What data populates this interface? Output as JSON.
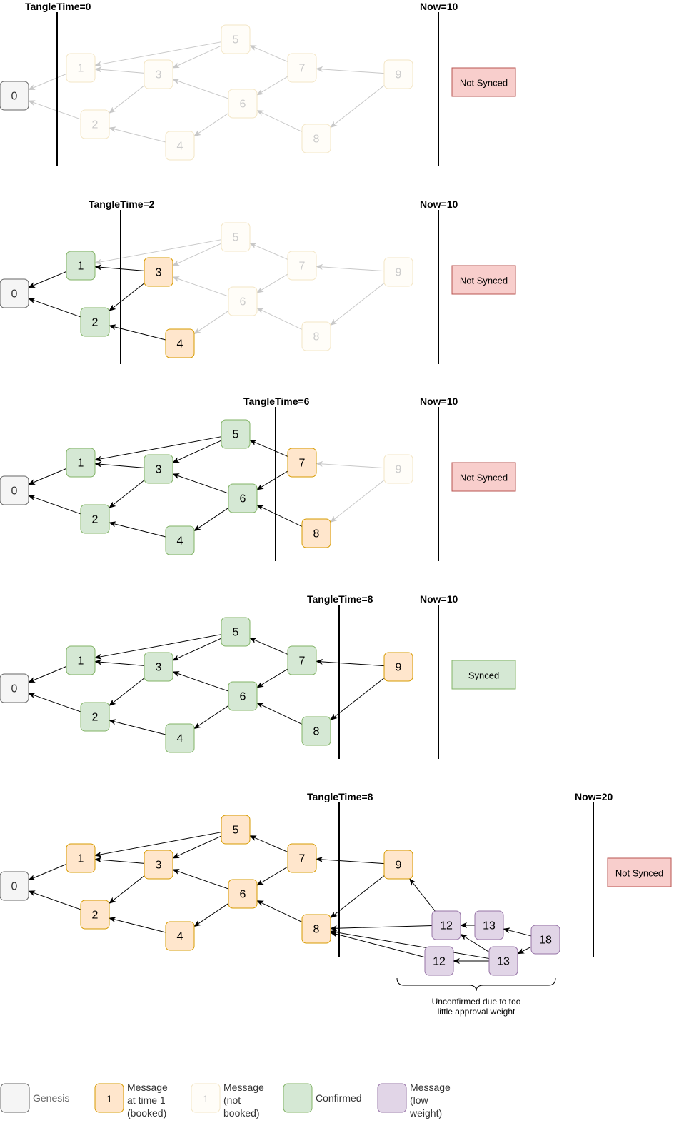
{
  "colors": {
    "genesis": {
      "fill": "#f5f5f5",
      "stroke": "#666666",
      "text": "#333333"
    },
    "booked": {
      "fill": "#ffe6cc",
      "stroke": "#d79b00",
      "text": "#000000"
    },
    "notbooked": {
      "fill": "#fffdf8",
      "stroke": "#f3e6c6",
      "text": "#cccccc"
    },
    "confirmed": {
      "fill": "#d5e8d4",
      "stroke": "#82b366",
      "text": "#000000"
    },
    "lowweight": {
      "fill": "#e1d5e7",
      "stroke": "#9673a6",
      "text": "#000000"
    },
    "notsynced": {
      "fill": "#f8cecc",
      "stroke": "#b85450"
    },
    "synced": {
      "fill": "#d5e8d4",
      "stroke": "#82b366"
    }
  },
  "panels": [
    {
      "tangle_label": "TangleTime=0",
      "now_label": "Now=10",
      "status": "Not Synced",
      "status_type": "notsynced",
      "node_states": {
        "0": "genesis",
        "1": "notbooked",
        "2": "notbooked",
        "3": "notbooked",
        "4": "notbooked",
        "5": "notbooked",
        "6": "notbooked",
        "7": "notbooked",
        "8": "notbooked",
        "9": "notbooked"
      }
    },
    {
      "tangle_label": "TangleTime=2",
      "now_label": "Now=10",
      "status": "Not Synced",
      "status_type": "notsynced",
      "node_states": {
        "0": "genesis",
        "1": "confirmed",
        "2": "confirmed",
        "3": "booked",
        "4": "booked",
        "5": "notbooked",
        "6": "notbooked",
        "7": "notbooked",
        "8": "notbooked",
        "9": "notbooked"
      }
    },
    {
      "tangle_label": "TangleTime=6",
      "now_label": "Now=10",
      "status": "Not Synced",
      "status_type": "notsynced",
      "node_states": {
        "0": "genesis",
        "1": "confirmed",
        "2": "confirmed",
        "3": "confirmed",
        "4": "confirmed",
        "5": "confirmed",
        "6": "confirmed",
        "7": "booked",
        "8": "booked",
        "9": "notbooked"
      }
    },
    {
      "tangle_label": "TangleTime=8",
      "now_label": "Now=10",
      "status": "Synced",
      "status_type": "synced",
      "node_states": {
        "0": "genesis",
        "1": "confirmed",
        "2": "confirmed",
        "3": "confirmed",
        "4": "confirmed",
        "5": "confirmed",
        "6": "confirmed",
        "7": "confirmed",
        "8": "confirmed",
        "9": "booked"
      }
    },
    {
      "tangle_label": "TangleTime=8",
      "now_label": "Now=20",
      "status": "Not Synced",
      "status_type": "notsynced",
      "node_states": {
        "0": "genesis",
        "1": "booked",
        "2": "booked",
        "3": "booked",
        "4": "booked",
        "5": "booked",
        "6": "booked",
        "7": "booked",
        "8": "booked",
        "9": "booked"
      },
      "extra_nodes": [
        {
          "id": "12a",
          "label": "12",
          "state": "lowweight"
        },
        {
          "id": "13a",
          "label": "13",
          "state": "lowweight"
        },
        {
          "id": "18",
          "label": "18",
          "state": "lowweight"
        },
        {
          "id": "12b",
          "label": "12",
          "state": "lowweight"
        },
        {
          "id": "13b",
          "label": "13",
          "state": "lowweight"
        }
      ],
      "brace_label_line1": "Unconfirmed due to too",
      "brace_label_line2": "little approval weight"
    }
  ],
  "node_labels": {
    "0": "0",
    "1": "1",
    "2": "2",
    "3": "3",
    "4": "4",
    "5": "5",
    "6": "6",
    "7": "7",
    "8": "8",
    "9": "9"
  },
  "legend": [
    {
      "state": "genesis",
      "box_label": "",
      "lines": [
        "Genesis"
      ]
    },
    {
      "state": "booked",
      "box_label": "1",
      "lines": [
        "Message",
        "at time 1",
        "(booked)"
      ]
    },
    {
      "state": "notbooked",
      "box_label": "1",
      "lines": [
        "Message",
        "(not",
        "booked)"
      ]
    },
    {
      "state": "confirmed",
      "box_label": "",
      "lines": [
        "Confirmed"
      ]
    },
    {
      "state": "lowweight",
      "box_label": "",
      "lines": [
        "Message",
        "(low",
        "weight)"
      ]
    }
  ]
}
